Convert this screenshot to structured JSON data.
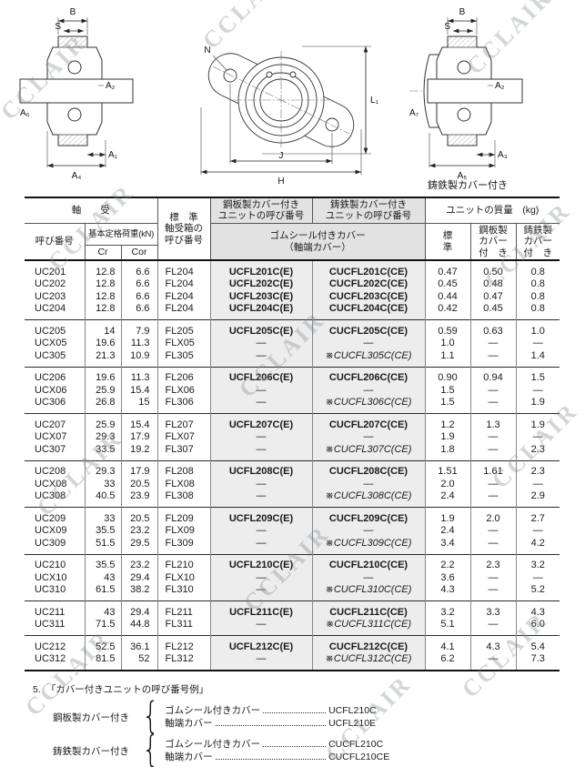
{
  "watermark": {
    "text": "CCLAIR"
  },
  "drawings": {
    "left": {
      "labels": {
        "b": "B",
        "s": "S",
        "a2": "A₂",
        "a6": "A₆",
        "a1": "A₁",
        "a4": "A₄"
      }
    },
    "middle": {
      "labels": {
        "n": "N",
        "l1": "L₁",
        "j": "J",
        "h": "H"
      }
    },
    "right": {
      "labels": {
        "b": "B",
        "s": "S",
        "a2": "A₂",
        "a7": "A₇",
        "a3": "A₃",
        "a5": "A₅"
      },
      "caption": "鋳鉄製カバー付き"
    }
  },
  "table": {
    "header": {
      "bearing_group": "軸　　受",
      "bearing_no": "呼び番号",
      "load_rating": "基本定格荷重(kN)",
      "cr": "Cr",
      "cor": "Cor",
      "housing": [
        "標　準",
        "軸受箱の",
        "呼び番号"
      ],
      "steel_unit": [
        "鋼板製カバー付き",
        "ユニットの呼び番号"
      ],
      "cast_unit": [
        "鋳鉄製カバー付き",
        "ユニットの呼び番号"
      ],
      "rubber_cover": [
        "ゴムシール付きカバー",
        "（軸端カバー）"
      ],
      "mass_group": "ユニットの質量　(kg)",
      "mass_std": [
        "標",
        "準"
      ],
      "mass_steel": [
        "鋼板製",
        "カバー",
        "付　き"
      ],
      "mass_cast": [
        "鋳鉄製",
        "カバー",
        "付　き"
      ]
    },
    "groups": [
      {
        "rows": [
          {
            "no": "UC201",
            "cr": "12.8",
            "cor": "6.6",
            "housing": "FL204",
            "steel": "UCFL201C(E)",
            "cast": "CUCFL201C(CE)",
            "m_std": "0.47",
            "m_steel": "0.50",
            "m_cast": "0.8"
          },
          {
            "no": "UC202",
            "cr": "12.8",
            "cor": "6.6",
            "housing": "FL204",
            "steel": "UCFL202C(E)",
            "cast": "CUCFL202C(CE)",
            "m_std": "0.45",
            "m_steel": "0.48",
            "m_cast": "0.8"
          },
          {
            "no": "UC203",
            "cr": "12.8",
            "cor": "6.6",
            "housing": "FL204",
            "steel": "UCFL203C(E)",
            "cast": "CUCFL203C(CE)",
            "m_std": "0.44",
            "m_steel": "0.47",
            "m_cast": "0.8"
          },
          {
            "no": "UC204",
            "cr": "12.8",
            "cor": "6.6",
            "housing": "FL204",
            "steel": "UCFL204C(E)",
            "cast": "CUCFL204C(CE)",
            "m_std": "0.42",
            "m_steel": "0.45",
            "m_cast": "0.8"
          }
        ]
      },
      {
        "rows": [
          {
            "no": "UC205",
            "cr": "14",
            "cor": "7.9",
            "housing": "FL205",
            "steel": "UCFL205C(E)",
            "cast": "CUCFL205C(CE)",
            "m_std": "0.59",
            "m_steel": "0.63",
            "m_cast": "1.0"
          },
          {
            "no": "UCX05",
            "cr": "19.6",
            "cor": "11.3",
            "housing": "FLX05",
            "steel": "—",
            "cast": "—",
            "m_std": "1.0",
            "m_steel": "—",
            "m_cast": "—"
          },
          {
            "no": "UC305",
            "cr": "21.3",
            "cor": "10.9",
            "housing": "FL305",
            "steel": "—",
            "cast": "※CUCFL305C(CE)",
            "m_std": "1.1",
            "m_steel": "—",
            "m_cast": "1.4"
          }
        ]
      },
      {
        "rows": [
          {
            "no": "UC206",
            "cr": "19.6",
            "cor": "11.3",
            "housing": "FL206",
            "steel": "UCFL206C(E)",
            "cast": "CUCFL206C(CE)",
            "m_std": "0.90",
            "m_steel": "0.94",
            "m_cast": "1.5"
          },
          {
            "no": "UCX06",
            "cr": "25.9",
            "cor": "15.4",
            "housing": "FLX06",
            "steel": "—",
            "cast": "—",
            "m_std": "1.5",
            "m_steel": "—",
            "m_cast": "—"
          },
          {
            "no": "UC306",
            "cr": "26.8",
            "cor": "15",
            "housing": "FL306",
            "steel": "—",
            "cast": "※CUCFL306C(CE)",
            "m_std": "1.5",
            "m_steel": "—",
            "m_cast": "1.9"
          }
        ]
      },
      {
        "rows": [
          {
            "no": "UC207",
            "cr": "25.9",
            "cor": "15.4",
            "housing": "FL207",
            "steel": "UCFL207C(E)",
            "cast": "CUCFL207C(CE)",
            "m_std": "1.2",
            "m_steel": "1.3",
            "m_cast": "1.9"
          },
          {
            "no": "UCX07",
            "cr": "29.3",
            "cor": "17.9",
            "housing": "FLX07",
            "steel": "—",
            "cast": "—",
            "m_std": "1.9",
            "m_steel": "—",
            "m_cast": "—"
          },
          {
            "no": "UC307",
            "cr": "33.5",
            "cor": "19.2",
            "housing": "FL307",
            "steel": "—",
            "cast": "※CUCFL307C(CE)",
            "m_std": "1.8",
            "m_steel": "—",
            "m_cast": "2.3"
          }
        ]
      },
      {
        "rows": [
          {
            "no": "UC208",
            "cr": "29.3",
            "cor": "17.9",
            "housing": "FL208",
            "steel": "UCFL208C(E)",
            "cast": "CUCFL208C(CE)",
            "m_std": "1.51",
            "m_steel": "1.61",
            "m_cast": "2.3"
          },
          {
            "no": "UCX08",
            "cr": "33",
            "cor": "20.5",
            "housing": "FLX08",
            "steel": "—",
            "cast": "—",
            "m_std": "2.0",
            "m_steel": "—",
            "m_cast": "—"
          },
          {
            "no": "UC308",
            "cr": "40.5",
            "cor": "23.9",
            "housing": "FL308",
            "steel": "—",
            "cast": "※CUCFL308C(CE)",
            "m_std": "2.4",
            "m_steel": "—",
            "m_cast": "2.9"
          }
        ]
      },
      {
        "rows": [
          {
            "no": "UC209",
            "cr": "33",
            "cor": "20.5",
            "housing": "FL209",
            "steel": "UCFL209C(E)",
            "cast": "CUCFL209C(CE)",
            "m_std": "1.9",
            "m_steel": "2.0",
            "m_cast": "2.7"
          },
          {
            "no": "UCX09",
            "cr": "35.5",
            "cor": "23.2",
            "housing": "FLX09",
            "steel": "—",
            "cast": "—",
            "m_std": "2.4",
            "m_steel": "—",
            "m_cast": "—"
          },
          {
            "no": "UC309",
            "cr": "51.5",
            "cor": "29.5",
            "housing": "FL309",
            "steel": "—",
            "cast": "※CUCFL309C(CE)",
            "m_std": "3.4",
            "m_steel": "—",
            "m_cast": "4.2"
          }
        ]
      },
      {
        "rows": [
          {
            "no": "UC210",
            "cr": "35.5",
            "cor": "23.2",
            "housing": "FL210",
            "steel": "UCFL210C(E)",
            "cast": "CUCFL210C(CE)",
            "m_std": "2.2",
            "m_steel": "2.3",
            "m_cast": "3.2"
          },
          {
            "no": "UCX10",
            "cr": "43",
            "cor": "29.4",
            "housing": "FLX10",
            "steel": "—",
            "cast": "—",
            "m_std": "3.6",
            "m_steel": "—",
            "m_cast": "—"
          },
          {
            "no": "UC310",
            "cr": "61.5",
            "cor": "38.2",
            "housing": "FL310",
            "steel": "—",
            "cast": "※CUCFL310C(CE)",
            "m_std": "4.3",
            "m_steel": "—",
            "m_cast": "5.2"
          }
        ]
      },
      {
        "rows": [
          {
            "no": "UC211",
            "cr": "43",
            "cor": "29.4",
            "housing": "FL211",
            "steel": "UCFL211C(E)",
            "cast": "CUCFL211C(CE)",
            "m_std": "3.2",
            "m_steel": "3.3",
            "m_cast": "4.3"
          },
          {
            "no": "UC311",
            "cr": "71.5",
            "cor": "44.8",
            "housing": "FL311",
            "steel": "—",
            "cast": "※CUCFL311C(CE)",
            "m_std": "5.1",
            "m_steel": "—",
            "m_cast": "6.0"
          }
        ]
      },
      {
        "rows": [
          {
            "no": "UC212",
            "cr": "52.5",
            "cor": "36.1",
            "housing": "FL212",
            "steel": "UCFL212C(E)",
            "cast": "CUCFL212C(CE)",
            "m_std": "4.1",
            "m_steel": "4.3",
            "m_cast": "5.4"
          },
          {
            "no": "UC312",
            "cr": "81.5",
            "cor": "52",
            "housing": "FL312",
            "steel": "—",
            "cast": "※CUCFL312C(CE)",
            "m_std": "6.2",
            "m_steel": "—",
            "m_cast": "7.3"
          }
        ]
      }
    ]
  },
  "footnote": {
    "number": "5.",
    "title": "「カバー付きユニットの呼び番号例」",
    "brace": "{",
    "items": [
      {
        "label": "鋼板製カバー付き",
        "lines": [
          {
            "name": "ゴムシール付きカバー",
            "value": "UCFL210C"
          },
          {
            "name": "軸端カバー",
            "value": "UCFL210E"
          }
        ]
      },
      {
        "label": "鋳鉄製カバー付き",
        "lines": [
          {
            "name": "ゴムシール付きカバー",
            "value": "CUCFL210C"
          },
          {
            "name": "軸端カバー",
            "value": "CUCFL210CE"
          }
        ]
      }
    ]
  }
}
